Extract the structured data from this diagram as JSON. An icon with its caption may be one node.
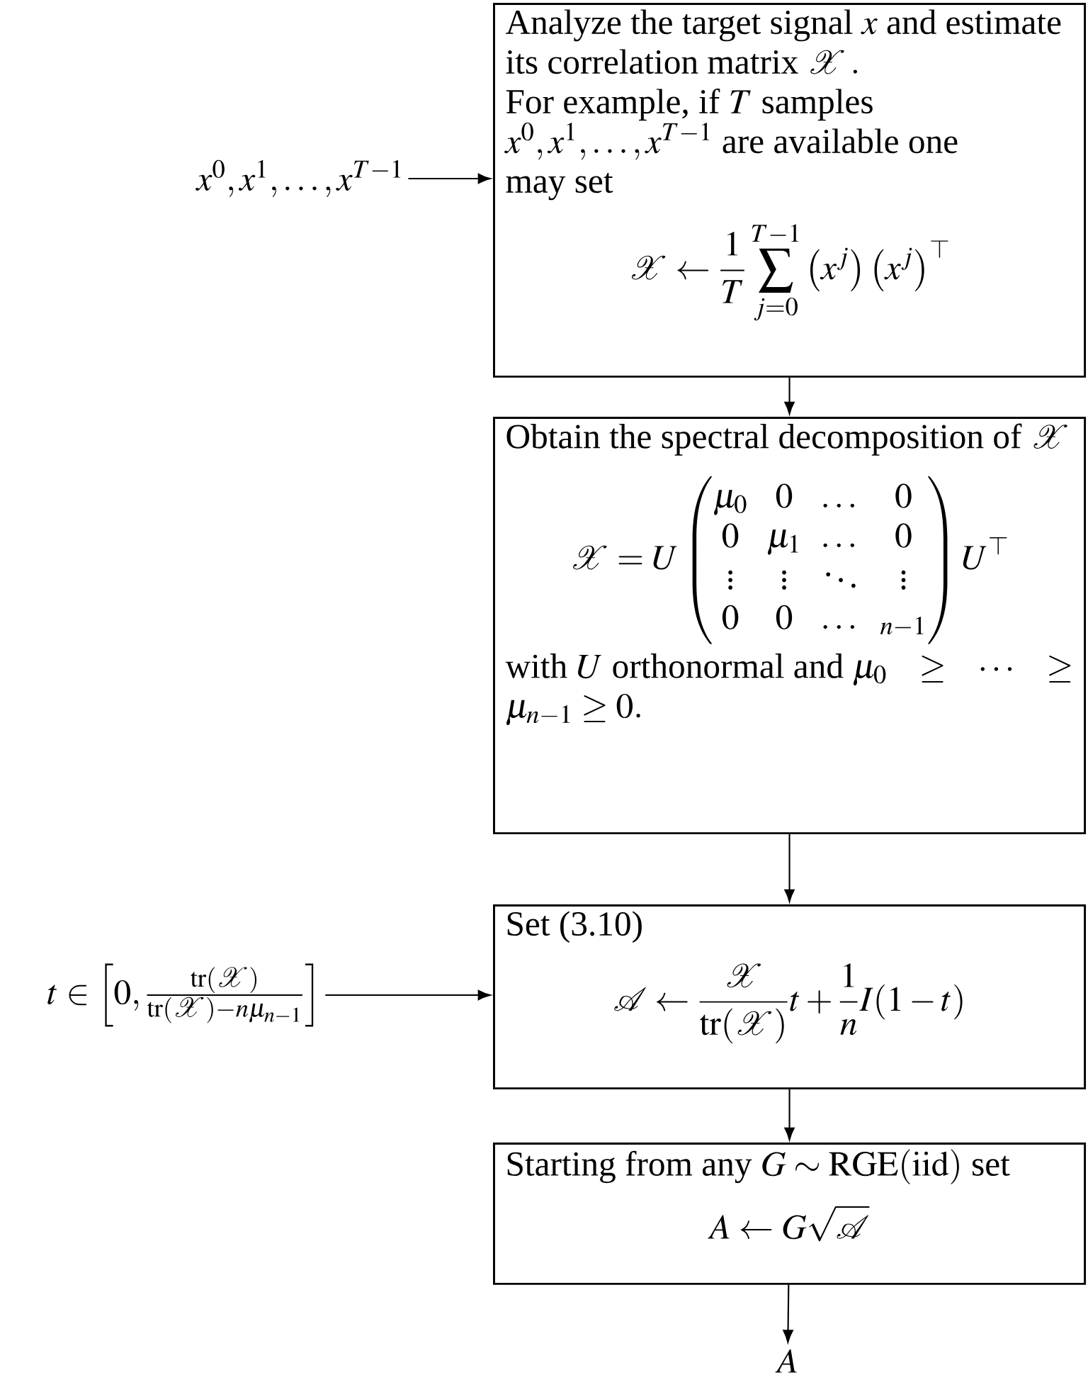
{
  "diagram": {
    "nodes": [
      {
        "text": [
          "\\text{Analyze the target signal } x \\text{ and estimate }\\allowbreak\\text{its correlation matrix } \\mathscr{X}\\,.",
          "\\text{For example, if } T \\text{ samples }\\allowbreak x^0, x^1, \\dots, x^{T-1} \\text{ are available one }\\allowbreak\\text{may set}",
          "\\mathscr{X} \\leftarrow \\frac{1}{T}\\sum_{j=0}^{T-1}\\left(x^j\\right)\\left(x^j\\right)^{\\top}"
        ]
      },
      {
        "text": [
          "\\text{Obtain the spectral decomposition of } \\mathscr{X}",
          "\\mathscr{X} = U \\begin{pmatrix} \\mu_0 & 0 & \\dots & 0 \\\\ 0 & \\mu_1 & \\dots & 0 \\\\ \\vdots & \\vdots & \\ddots & \\vdots \\\\ 0 & 0 & \\dots & {}_{n-1} \\end{pmatrix} U^{\\top}",
          "\\text{with } U \\text{ orthonormal and } \\mu_0 \\geq \\cdots \\geq \\allowbreak \\mu_{n-1} \\geq 0."
        ]
      },
      {
        "text": [
          "Set (3.10)",
          "\\mathscr{A} \\leftarrow \\frac{\\mathscr{X}}{\\operatorname{tr}(\\mathscr{X})} t + \\frac{1}{n} I (1-t)"
        ]
      },
      {
        "text": [
          "\\text{Starting from any } G \\sim \\mathrm{RGE}(\\mathrm{iid}) \\text{ set}",
          "A \\leftarrow G\\sqrt{\\mathscr{A}}"
        ]
      },
      {
        "text": [
          "x^0, x^1, \\dots, x^{T-1}"
        ]
      },
      {
        "text": [
          "t \\in \\left[0, \\frac{\\operatorname{tr}(\\mathscr{X})}{\\operatorname{tr}(\\mathscr{X}) - n\\mu_{n-1}}\\right]"
        ]
      },
      {
        "text": [
          "A"
        ]
      }
    ],
    "edges": [
      {
        "from": 4,
        "to": 0,
        "arrow": "to"
      },
      {
        "from": 0,
        "to": 1,
        "arrow": "to"
      },
      {
        "from": 1,
        "to": 2,
        "arrow": "to"
      },
      {
        "from": 5,
        "to": 2,
        "arrow": "to"
      },
      {
        "from": 2,
        "to": 3,
        "arrow": "to"
      },
      {
        "from": 3,
        "to": 6,
        "arrow": "to"
      }
    ]
  }
}
